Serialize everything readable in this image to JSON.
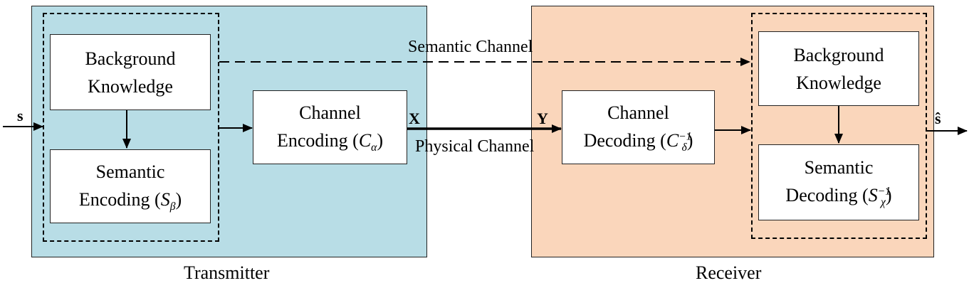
{
  "transmitter": {
    "label": "Transmitter",
    "background_color": "#b8dde6",
    "background_knowledge": {
      "line1": "Background",
      "line2": "Knowledge"
    },
    "semantic_encoding": {
      "line1": "Semantic",
      "line2": "Encoding",
      "math_base": "S",
      "math_sub": "β"
    },
    "channel_encoding": {
      "line1": "Channel",
      "line2": "Encoding",
      "math_base": "C",
      "math_sub": "α"
    }
  },
  "receiver": {
    "label": "Receiver",
    "background_color": "#fad6bb",
    "background_knowledge": {
      "line1": "Background",
      "line2": "Knowledge"
    },
    "semantic_decoding": {
      "line1": "Semantic",
      "line2": "Decoding",
      "math_base": "S",
      "math_sup": "−1",
      "math_sub": "χ"
    },
    "channel_decoding": {
      "line1": "Channel",
      "line2": "Decoding",
      "math_base": "C",
      "math_sup": "−1",
      "math_sub": "δ"
    }
  },
  "channels": {
    "semantic": "Semantic Channel",
    "physical": "Physical Channel"
  },
  "signals": {
    "input": "s",
    "tx_output": "X",
    "rx_input": "Y",
    "output": "ŝ"
  }
}
